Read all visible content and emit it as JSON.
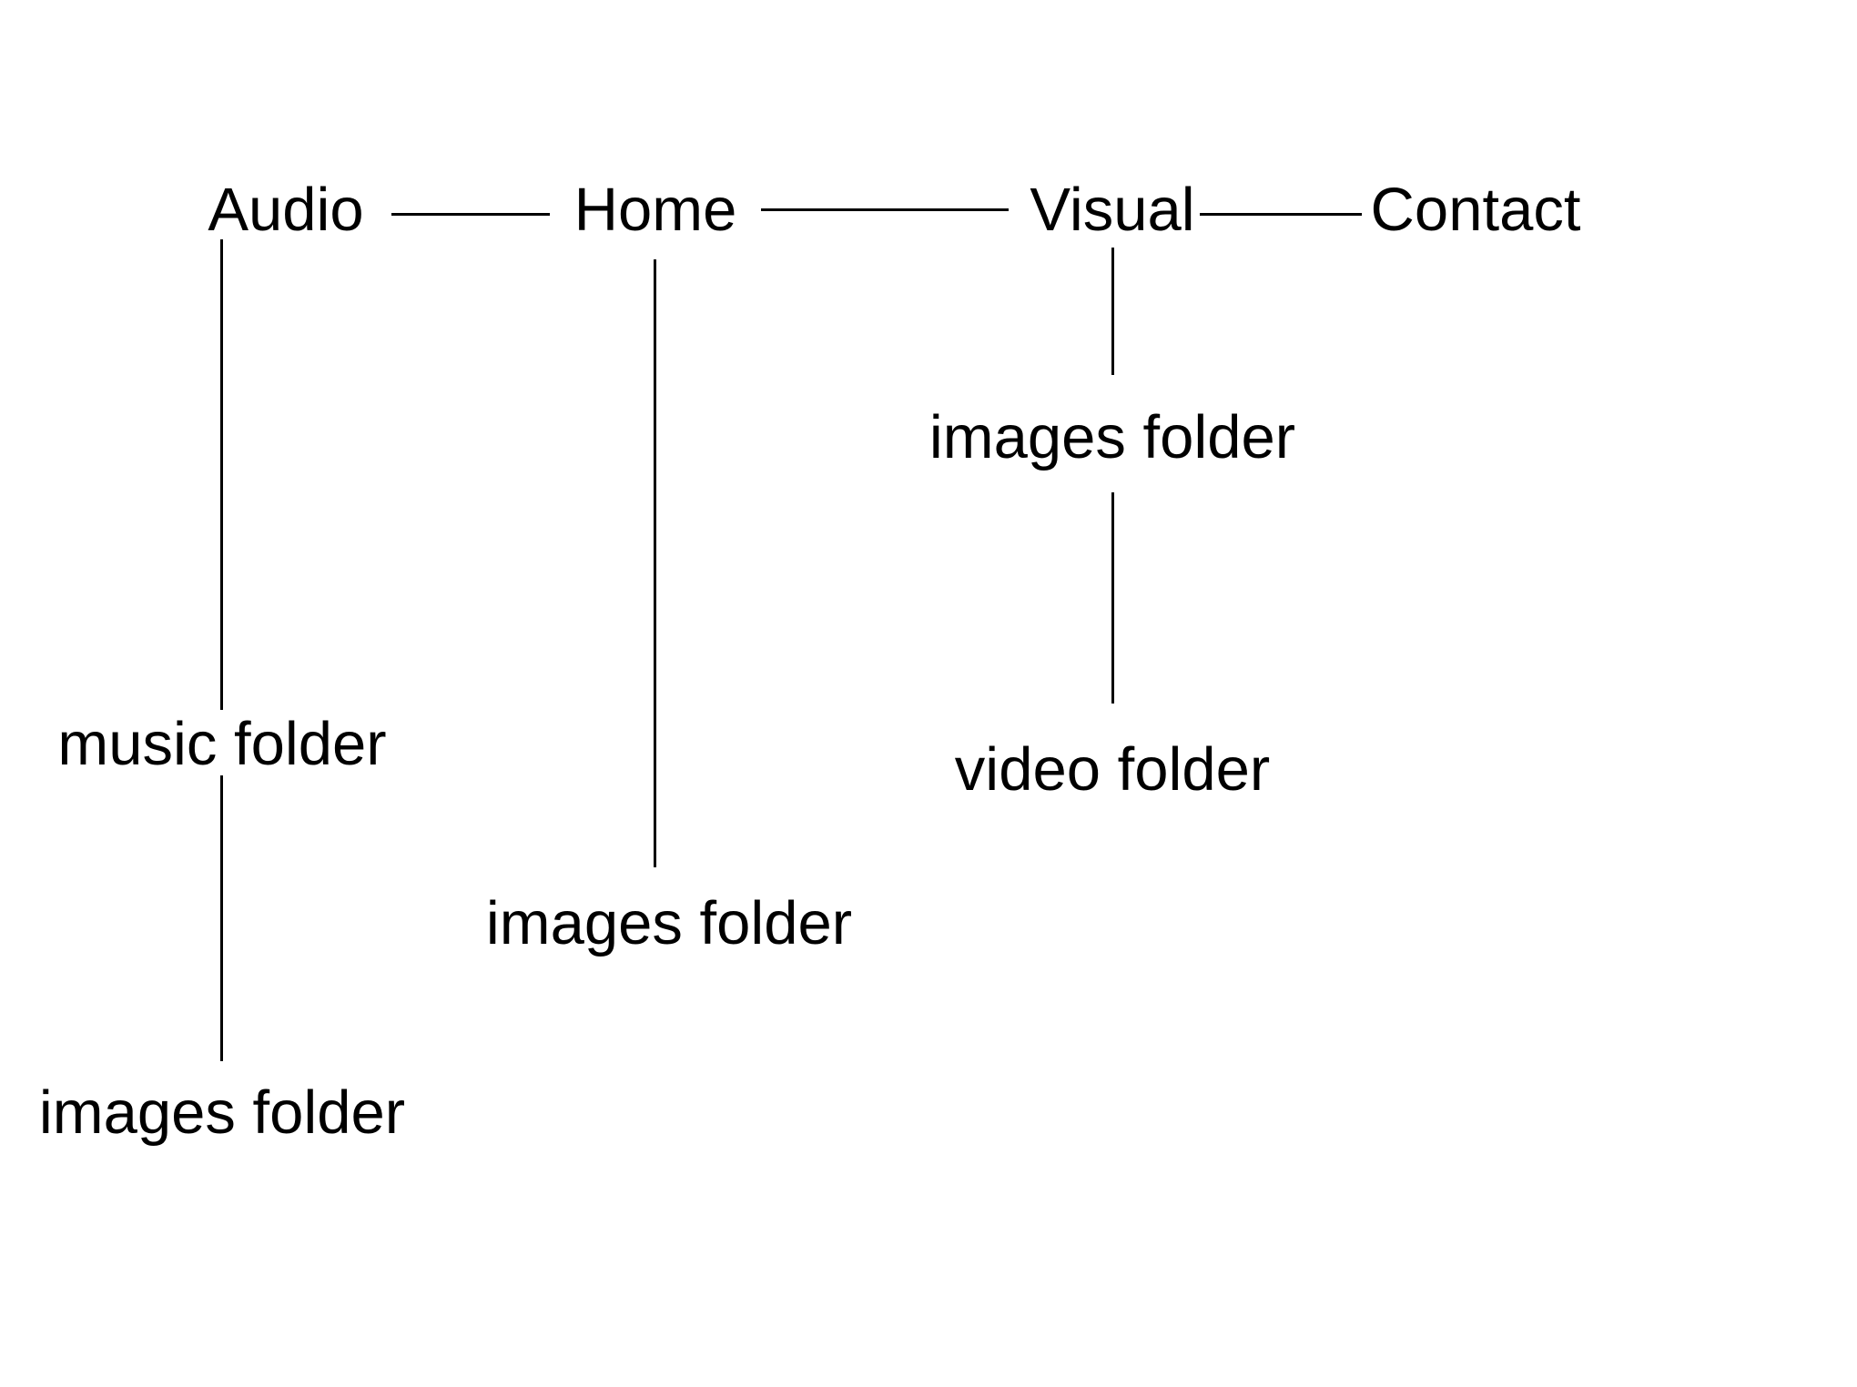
{
  "diagram": {
    "top_row": {
      "audio": "Audio",
      "home": "Home",
      "visual": "Visual",
      "contact": "Contact"
    },
    "audio_children": {
      "music": "music folder",
      "images": "images folder"
    },
    "home_children": {
      "images": "images folder"
    },
    "visual_children": {
      "images": "images folder",
      "video": "video folder"
    }
  }
}
